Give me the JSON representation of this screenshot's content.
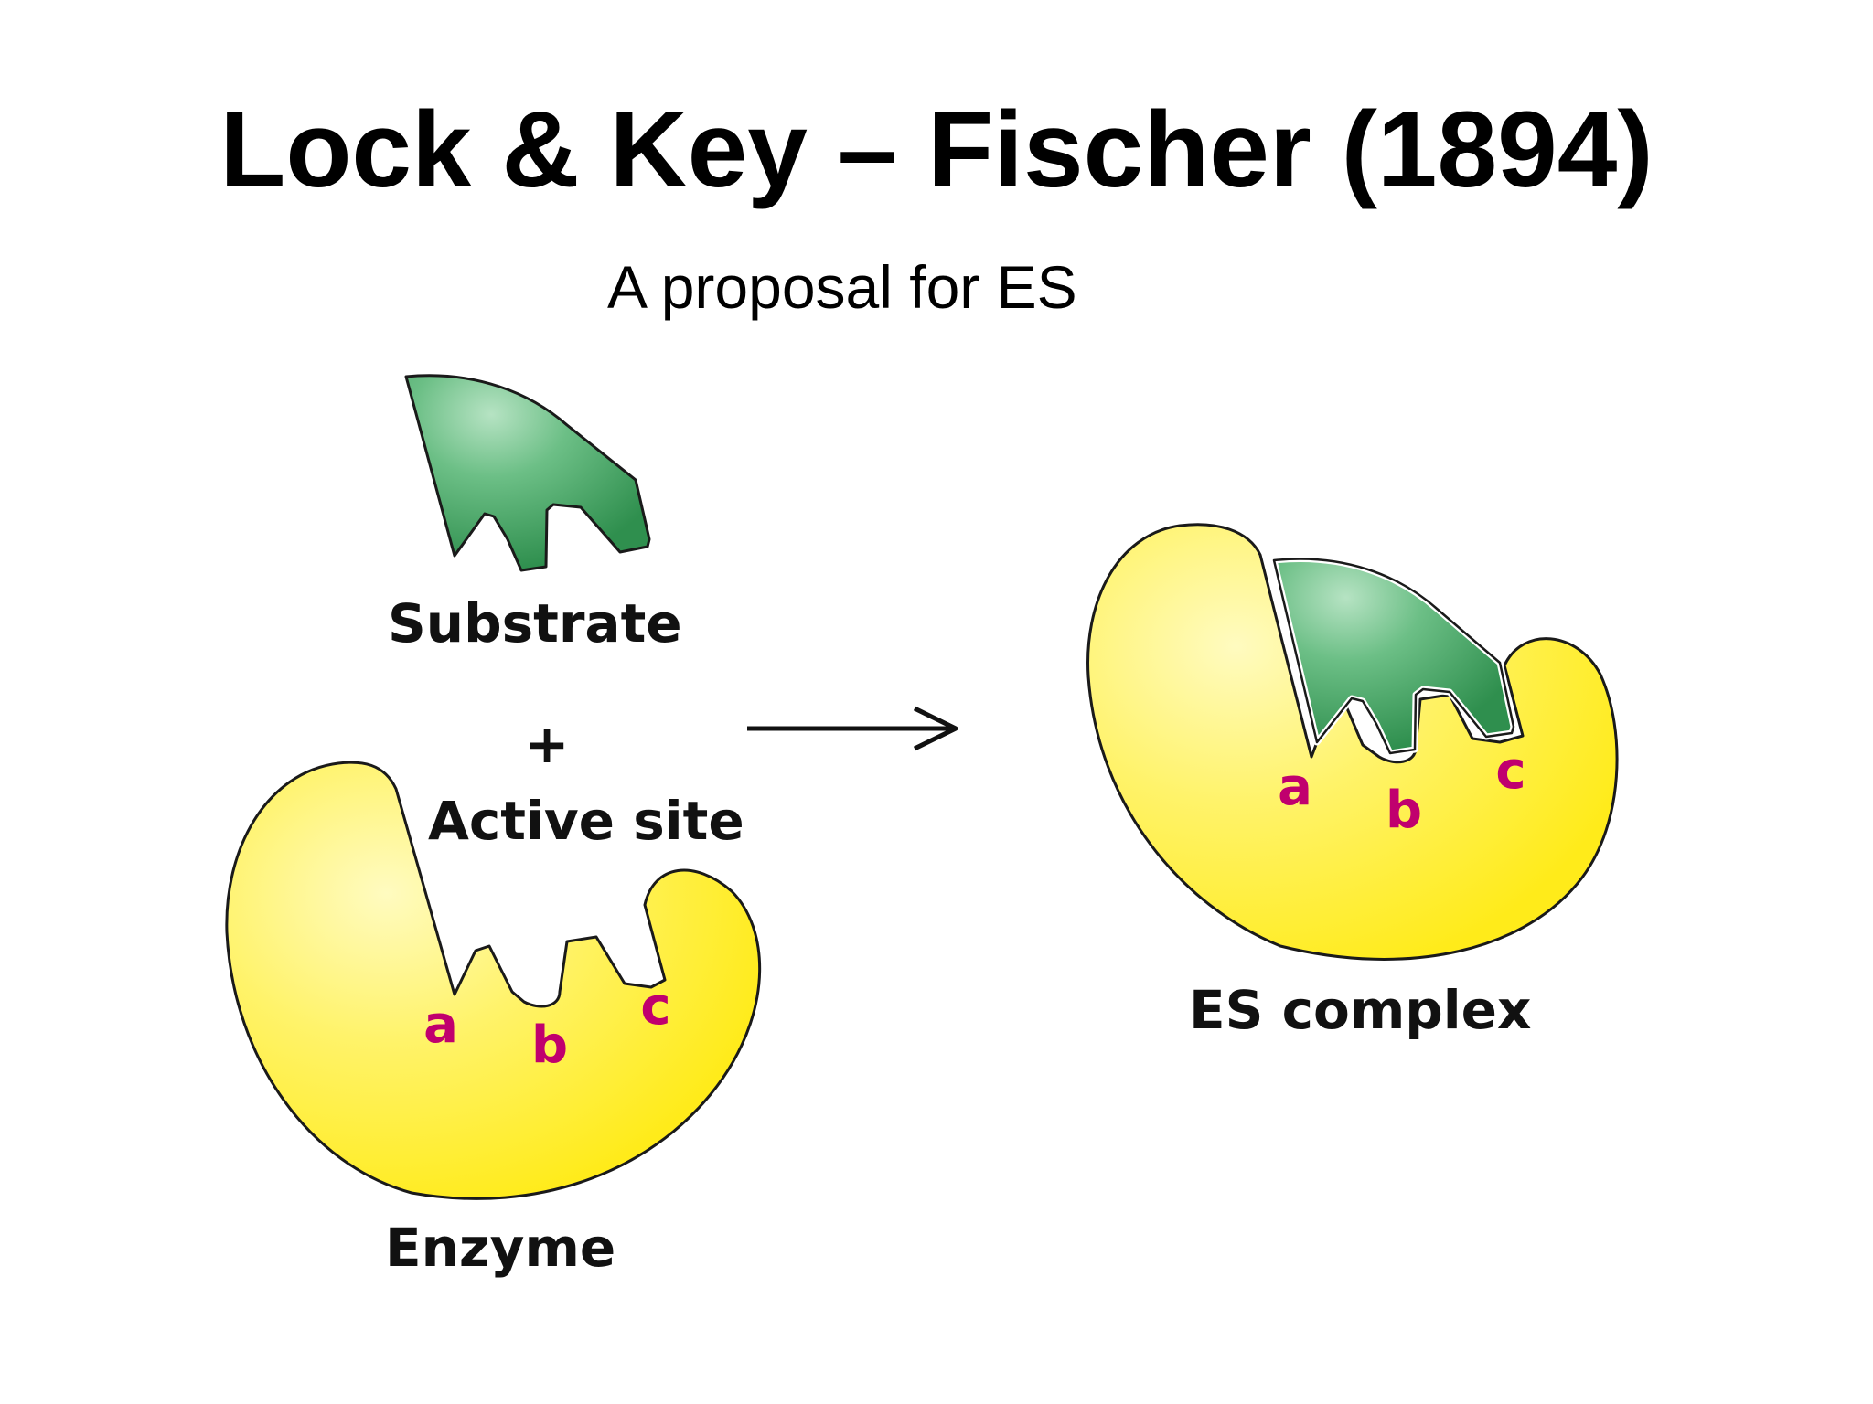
{
  "slide": {
    "title": "Lock & Key – Fischer (1894)",
    "subtitle": "A proposal for ES"
  },
  "figure": {
    "labels": {
      "substrate": "Substrate",
      "plus": "+",
      "active_site": "Active site",
      "enzyme": "Enzyme",
      "es_complex": "ES complex"
    },
    "site_labels": {
      "enzyme": [
        "a",
        "b",
        "c"
      ],
      "complex": [
        "a",
        "b",
        "c"
      ]
    },
    "colors": {
      "enzyme_fill": "#fff036",
      "enzyme_highlight": "#fffbc0",
      "substrate_fill": "#3fa060",
      "substrate_highlight": "#9fd8b0",
      "site_label": "#c0006e",
      "outline": "#1a1a1a",
      "arrow": "#111111"
    },
    "icons": {
      "arrow": "right-arrow-icon"
    }
  }
}
